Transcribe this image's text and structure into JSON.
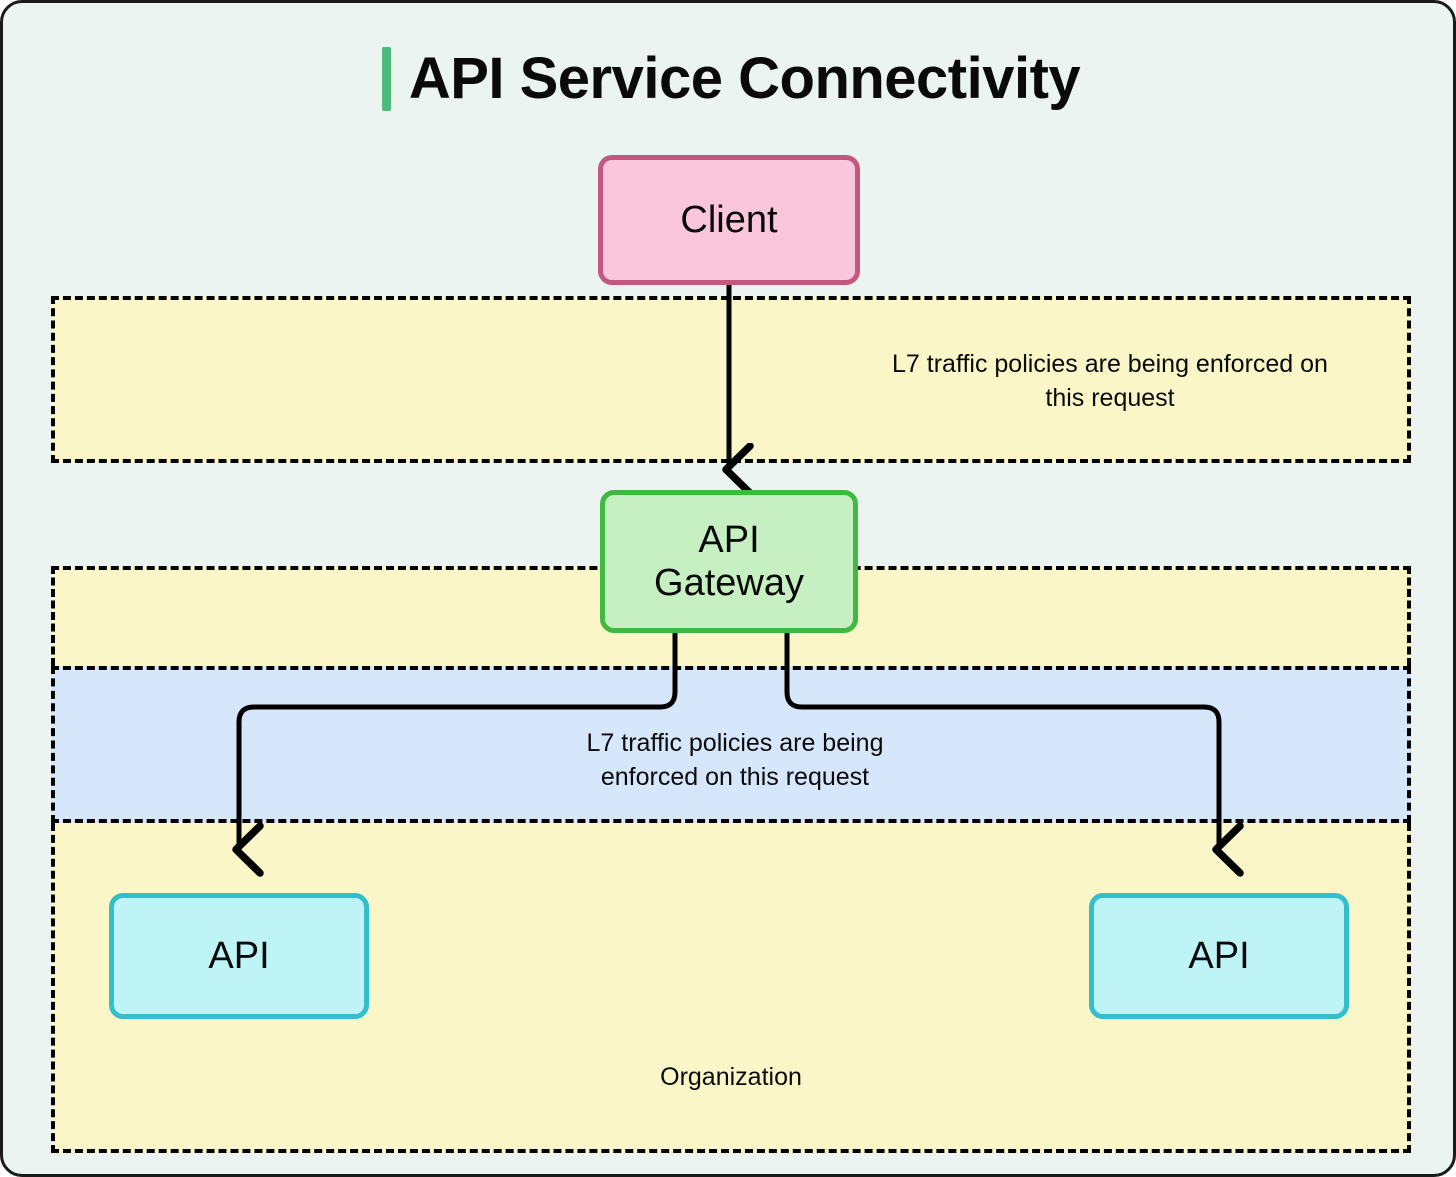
{
  "page": {
    "background_color": "#EBF4F0",
    "border_color": "#1a1a1a"
  },
  "header": {
    "title": "API Service Connectivity",
    "accent_color": "#4CBB7C"
  },
  "nodes": [
    {
      "id": "client",
      "label": "Client",
      "fill": "#F9C6DC",
      "stroke": "#C4577E"
    },
    {
      "id": "api-gateway",
      "label": "API\nGateway",
      "label_line1": "API",
      "label_line2": "Gateway",
      "fill": "#C6F0C2",
      "stroke": "#3FB93F"
    },
    {
      "id": "api-left",
      "label": "API",
      "fill": "#BFF4F7",
      "stroke": "#33BECC"
    },
    {
      "id": "api-right",
      "label": "API",
      "fill": "#BFF4F7",
      "stroke": "#33BECC"
    }
  ],
  "zones": [
    {
      "id": "policy-top",
      "note_line1": "L7 traffic policies are being enforced on",
      "note_line2": "this request",
      "fill": "#FBF6C8",
      "border_style": "dashed",
      "border_color": "#000000"
    },
    {
      "id": "policy-mid",
      "fill": "#FBF6C8",
      "border_style": "dashed",
      "border_color": "#000000"
    },
    {
      "id": "policy-blue",
      "note_line1": "L7 traffic policies are being",
      "note_line2": "enforced on this request",
      "fill": "#D6E6FB",
      "border_style": "dashed",
      "border_color": "#000000"
    },
    {
      "id": "organization",
      "label": "Organization",
      "fill": "#FBF6C8",
      "border_style": "dashed",
      "border_color": "#000000"
    }
  ],
  "edges": [
    {
      "id": "client-to-gateway",
      "from": "client",
      "to": "api-gateway",
      "arrow": true
    },
    {
      "id": "gateway-to-api-left",
      "from": "api-gateway",
      "to": "api-left",
      "arrow": true
    },
    {
      "id": "gateway-to-api-right",
      "from": "api-gateway",
      "to": "api-right",
      "arrow": true
    }
  ]
}
